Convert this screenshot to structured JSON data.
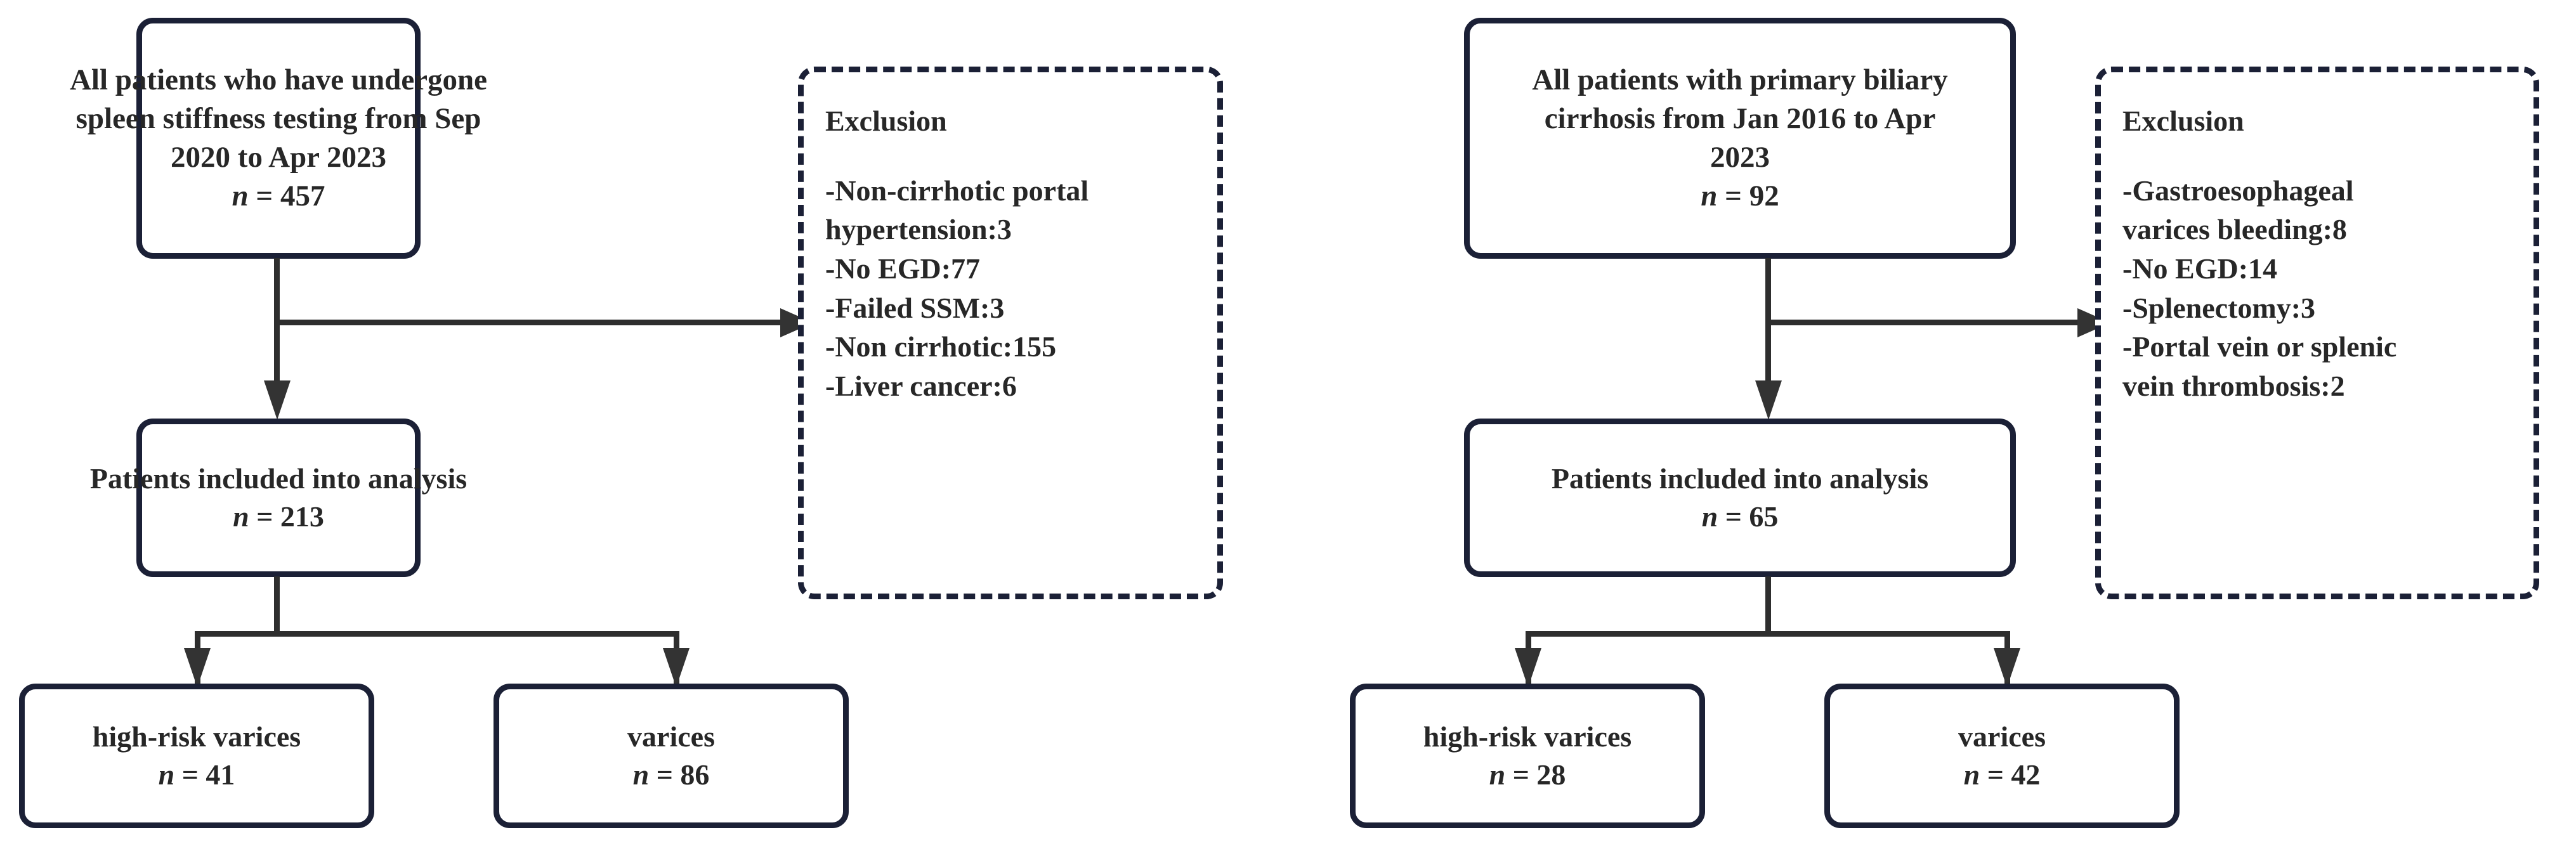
{
  "colors": {
    "box_border": "#1b2036",
    "connector": "#2e2e2e",
    "arrow": "#333333",
    "text": "#272727",
    "background": "#ffffff"
  },
  "panels": [
    {
      "id": "left",
      "source": {
        "lines": [
          "All patients who have undergone",
          "spleen stiffness testing from Sep",
          "2020 to Apr 2023"
        ],
        "n_label": "n",
        "n_eq": "=",
        "n_value": "457"
      },
      "exclusion": {
        "title": "Exclusion",
        "items": [
          "-Non-cirrhotic portal",
          "hypertension:3",
          "-No EGD:77",
          "-Failed SSM:3",
          "-Non cirrhotic:155",
          "-Liver cancer:6"
        ]
      },
      "included": {
        "lines": [
          "Patients included into analysis"
        ],
        "n_label": "n",
        "n_eq": "=",
        "n_value": "213"
      },
      "outcomes": [
        {
          "lines": [
            "high-risk varices"
          ],
          "n_label": "n",
          "n_eq": "=",
          "n_value": "41"
        },
        {
          "lines": [
            "varices"
          ],
          "n_label": "n",
          "n_eq": "=",
          "n_value": "86"
        }
      ]
    },
    {
      "id": "right",
      "source": {
        "lines": [
          "All patients with primary biliary",
          "cirrhosis from Jan 2016 to Apr",
          "2023"
        ],
        "n_label": "n",
        "n_eq": "=",
        "n_value": "92"
      },
      "exclusion": {
        "title": "Exclusion",
        "items": [
          "-Gastroesophageal",
          "varices bleeding:8",
          "-No EGD:14",
          "-Splenectomy:3",
          "-Portal vein or splenic",
          "vein thrombosis:2"
        ]
      },
      "included": {
        "lines": [
          "Patients included into analysis"
        ],
        "n_label": "n",
        "n_eq": "=",
        "n_value": "65"
      },
      "outcomes": [
        {
          "lines": [
            "high-risk varices"
          ],
          "n_label": "n",
          "n_eq": "=",
          "n_value": "28"
        },
        {
          "lines": [
            "varices"
          ],
          "n_label": "n",
          "n_eq": "=",
          "n_value": "42"
        }
      ]
    }
  ]
}
